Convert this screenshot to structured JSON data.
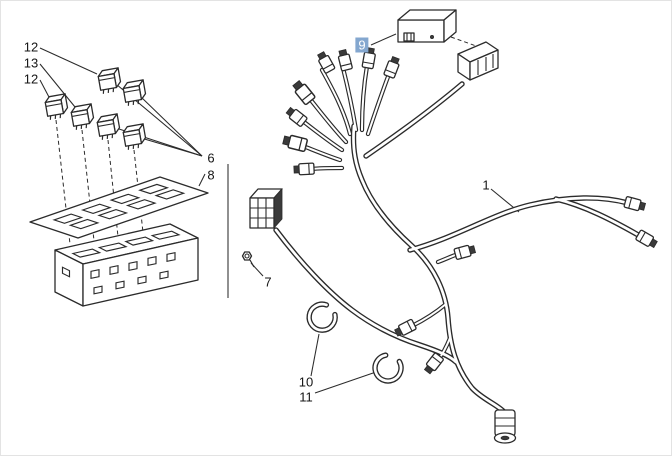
{
  "callouts": {
    "relay_top": "12",
    "relay_mid": "13",
    "relay_low": "12",
    "relay_group": "6",
    "relay_plate": "8",
    "control_module": "9",
    "screw": "7",
    "main_harness": "1",
    "ring_upper": "10",
    "ring_lower": "11"
  },
  "selection": {
    "selected_callout": "9",
    "highlight_bg": "#84a7cf",
    "highlight_text": "#ffffff"
  },
  "colors": {
    "line": "#2b2b2b",
    "background": "#ffffff"
  }
}
